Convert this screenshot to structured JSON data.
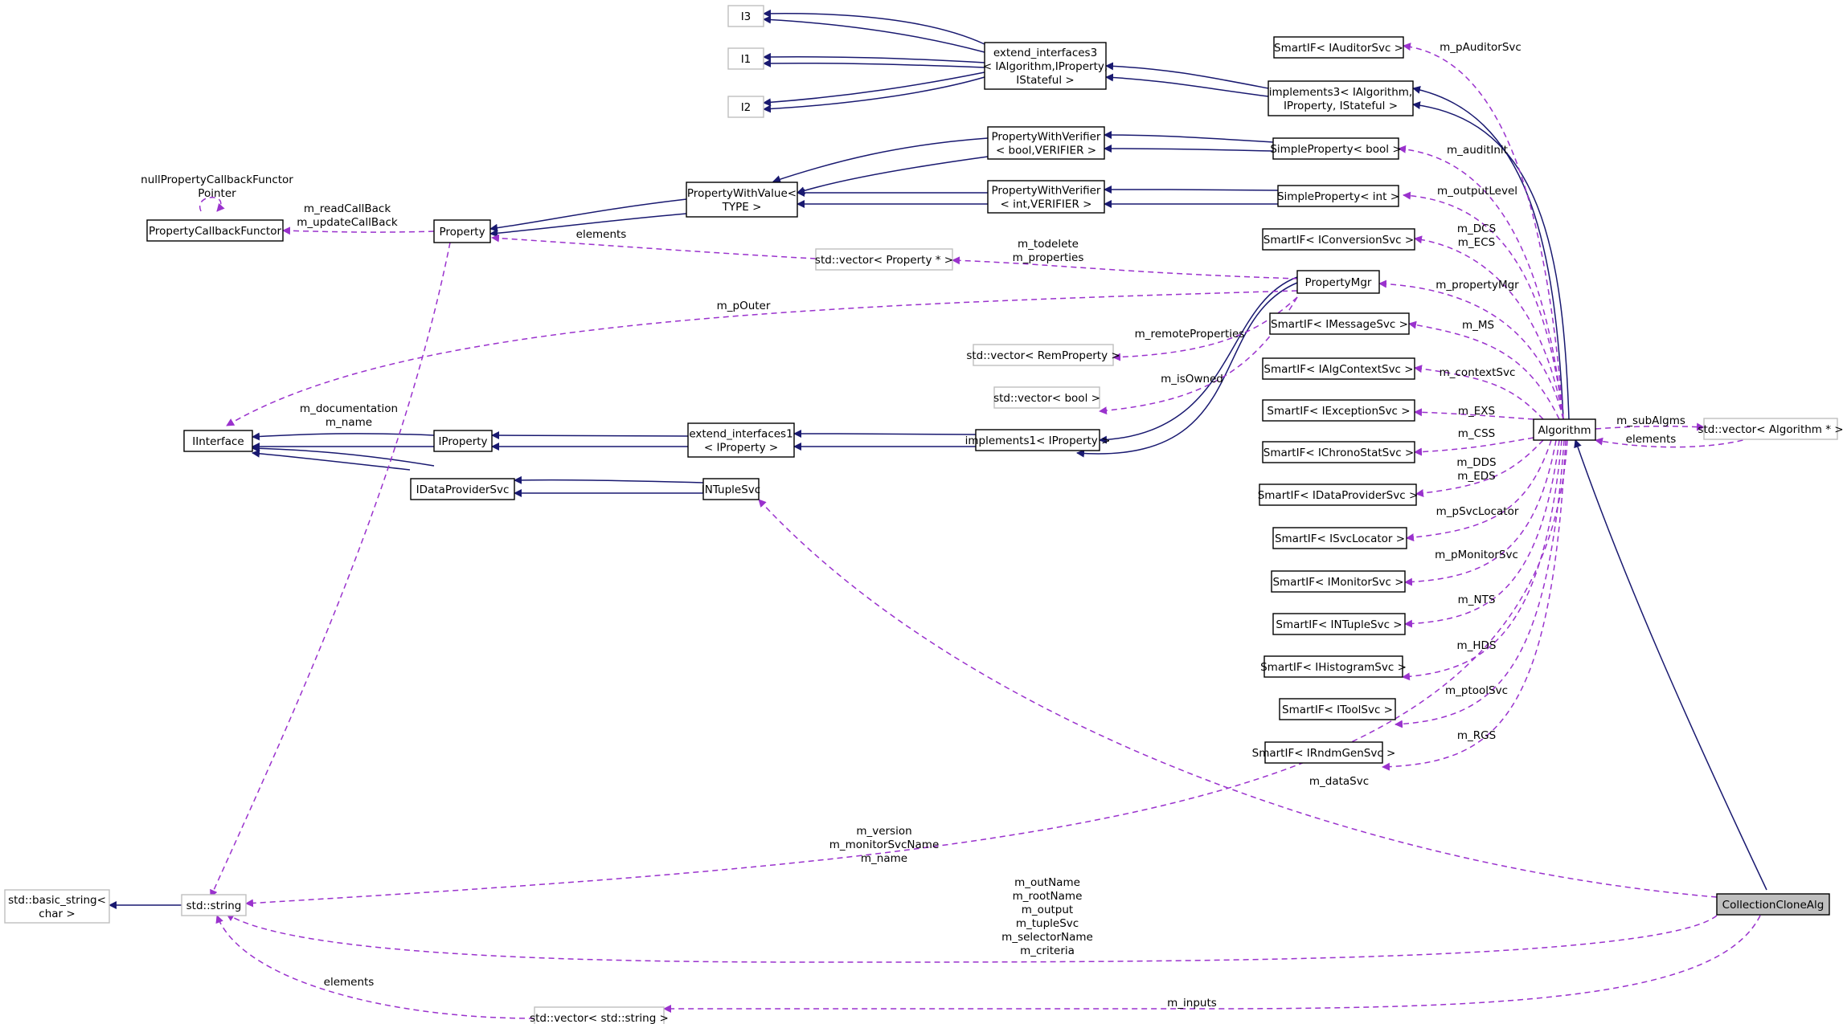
{
  "diagram": {
    "colors": {
      "inheritance": "#191970",
      "usage": "#9a32cd",
      "focus_fill": "#bfbfbf",
      "grey_border": "#bfbfbf"
    },
    "nodes": [
      {
        "id": "I3",
        "lines": [
          "I3"
        ],
        "style": "grey"
      },
      {
        "id": "I1",
        "lines": [
          "I1"
        ],
        "style": "grey"
      },
      {
        "id": "I2",
        "lines": [
          "I2"
        ],
        "style": "grey"
      },
      {
        "id": "extend_interfaces3",
        "lines": [
          "extend_interfaces3",
          "< IAlgorithm,IProperty,",
          "IStateful >"
        ],
        "style": "solid"
      },
      {
        "id": "implements3",
        "lines": [
          "implements3< IAlgorithm,",
          "IProperty, IStateful >"
        ],
        "style": "solid"
      },
      {
        "id": "SmartIF_IAuditorSvc",
        "lines": [
          "SmartIF< IAuditorSvc >"
        ],
        "style": "solid"
      },
      {
        "id": "PropertyWithVerifier_bool",
        "lines": [
          "PropertyWithVerifier",
          "< bool,VERIFIER >"
        ],
        "style": "solid"
      },
      {
        "id": "SimpleProperty_bool",
        "lines": [
          "SimpleProperty< bool >"
        ],
        "style": "solid"
      },
      {
        "id": "PropertyWithVerifier_int",
        "lines": [
          "PropertyWithVerifier",
          "< int,VERIFIER >"
        ],
        "style": "solid"
      },
      {
        "id": "SimpleProperty_int",
        "lines": [
          "SimpleProperty< int >"
        ],
        "style": "solid"
      },
      {
        "id": "PropertyWithValue",
        "lines": [
          "PropertyWithValue<",
          "TYPE >"
        ],
        "style": "solid"
      },
      {
        "id": "PropertyCallbackFunctor",
        "lines": [
          "PropertyCallbackFunctor"
        ],
        "style": "solid"
      },
      {
        "id": "Property",
        "lines": [
          "Property"
        ],
        "style": "solid"
      },
      {
        "id": "vector_PropertyPtr",
        "lines": [
          "std::vector< Property * >"
        ],
        "style": "grey"
      },
      {
        "id": "SmartIF_IConversionSvc",
        "lines": [
          "SmartIF< IConversionSvc >"
        ],
        "style": "solid"
      },
      {
        "id": "PropertyMgr",
        "lines": [
          "PropertyMgr"
        ],
        "style": "solid"
      },
      {
        "id": "SmartIF_IMessageSvc",
        "lines": [
          "SmartIF< IMessageSvc >"
        ],
        "style": "solid"
      },
      {
        "id": "vector_RemProperty",
        "lines": [
          "std::vector< RemProperty >"
        ],
        "style": "grey"
      },
      {
        "id": "SmartIF_IAlgContextSvc",
        "lines": [
          "SmartIF< IAlgContextSvc >"
        ],
        "style": "solid"
      },
      {
        "id": "vector_bool",
        "lines": [
          "std::vector< bool >"
        ],
        "style": "grey"
      },
      {
        "id": "SmartIF_IExceptionSvc",
        "lines": [
          "SmartIF< IExceptionSvc >"
        ],
        "style": "solid"
      },
      {
        "id": "IInterface",
        "lines": [
          "IInterface"
        ],
        "style": "solid"
      },
      {
        "id": "IProperty",
        "lines": [
          "IProperty"
        ],
        "style": "solid"
      },
      {
        "id": "extend_interfaces1",
        "lines": [
          "extend_interfaces1",
          "< IProperty >"
        ],
        "style": "solid"
      },
      {
        "id": "implements1",
        "lines": [
          "implements1< IProperty >"
        ],
        "style": "solid"
      },
      {
        "id": "Algorithm",
        "lines": [
          "Algorithm"
        ],
        "style": "solid"
      },
      {
        "id": "vector_AlgorithmPtr",
        "lines": [
          "std::vector< Algorithm * >"
        ],
        "style": "grey"
      },
      {
        "id": "SmartIF_IChronoStatSvc",
        "lines": [
          "SmartIF< IChronoStatSvc >"
        ],
        "style": "solid"
      },
      {
        "id": "IDataProviderSvc",
        "lines": [
          "IDataProviderSvc"
        ],
        "style": "solid"
      },
      {
        "id": "INTupleSvc",
        "lines": [
          "INTupleSvc"
        ],
        "style": "solid"
      },
      {
        "id": "SmartIF_IDataProviderSvc",
        "lines": [
          "SmartIF< IDataProviderSvc >"
        ],
        "style": "solid"
      },
      {
        "id": "SmartIF_ISvcLocator",
        "lines": [
          "SmartIF< ISvcLocator >"
        ],
        "style": "solid"
      },
      {
        "id": "SmartIF_IMonitorSvc",
        "lines": [
          "SmartIF< IMonitorSvc >"
        ],
        "style": "solid"
      },
      {
        "id": "SmartIF_INTupleSvc",
        "lines": [
          "SmartIF< INTupleSvc >"
        ],
        "style": "solid"
      },
      {
        "id": "SmartIF_IHistogramSvc",
        "lines": [
          "SmartIF< IHistogramSvc >"
        ],
        "style": "solid"
      },
      {
        "id": "SmartIF_IToolSvc",
        "lines": [
          "SmartIF< IToolSvc >"
        ],
        "style": "solid"
      },
      {
        "id": "SmartIF_IRndmGenSvc",
        "lines": [
          "SmartIF< IRndmGenSvc >"
        ],
        "style": "solid"
      },
      {
        "id": "basic_string",
        "lines": [
          "std::basic_string<",
          "char >"
        ],
        "style": "grey"
      },
      {
        "id": "std_string",
        "lines": [
          "std::string"
        ],
        "style": "grey"
      },
      {
        "id": "CollectionCloneAlg",
        "lines": [
          "CollectionCloneAlg"
        ],
        "style": "focus"
      },
      {
        "id": "vector_string",
        "lines": [
          "std::vector< std::string >"
        ],
        "style": "grey"
      }
    ],
    "edge_labels": [
      {
        "id": "nullPropertyCallbackFunctorPointer",
        "lines": [
          "nullPropertyCallbackFunctor",
          "Pointer"
        ]
      },
      {
        "id": "m_readCallBack",
        "lines": [
          "m_readCallBack",
          "m_updateCallBack"
        ]
      },
      {
        "id": "elements_property",
        "lines": [
          "elements"
        ]
      },
      {
        "id": "m_todelete",
        "lines": [
          "m_todelete",
          "m_properties"
        ]
      },
      {
        "id": "m_pOuter",
        "lines": [
          "m_pOuter"
        ]
      },
      {
        "id": "m_remoteProperties",
        "lines": [
          "m_remoteProperties"
        ]
      },
      {
        "id": "m_isOwned",
        "lines": [
          "m_isOwned"
        ]
      },
      {
        "id": "m_documentation",
        "lines": [
          "m_documentation",
          "m_name"
        ]
      },
      {
        "id": "m_pAuditorSvc",
        "lines": [
          "m_pAuditorSvc"
        ]
      },
      {
        "id": "m_auditInit",
        "lines": [
          "m_auditInit"
        ]
      },
      {
        "id": "m_outputLevel",
        "lines": [
          "m_outputLevel"
        ]
      },
      {
        "id": "m_DCS",
        "lines": [
          "m_DCS",
          "m_ECS"
        ]
      },
      {
        "id": "m_propertyMgr",
        "lines": [
          "m_propertyMgr"
        ]
      },
      {
        "id": "m_MS",
        "lines": [
          "m_MS"
        ]
      },
      {
        "id": "m_contextSvc",
        "lines": [
          "m_contextSvc"
        ]
      },
      {
        "id": "m_EXS",
        "lines": [
          "m_EXS"
        ]
      },
      {
        "id": "m_CSS",
        "lines": [
          "m_CSS"
        ]
      },
      {
        "id": "m_DDS",
        "lines": [
          "m_DDS",
          "m_EDS"
        ]
      },
      {
        "id": "m_pSvcLocator",
        "lines": [
          "m_pSvcLocator"
        ]
      },
      {
        "id": "m_pMonitorSvc",
        "lines": [
          "m_pMonitorSvc"
        ]
      },
      {
        "id": "m_NTS",
        "lines": [
          "m_NTS"
        ]
      },
      {
        "id": "m_HDS",
        "lines": [
          "m_HDS"
        ]
      },
      {
        "id": "m_ptoolSvc",
        "lines": [
          "m_ptoolSvc"
        ]
      },
      {
        "id": "m_RGS",
        "lines": [
          "m_RGS"
        ]
      },
      {
        "id": "m_subAlgms",
        "lines": [
          "m_subAlgms"
        ]
      },
      {
        "id": "elements_algorithm",
        "lines": [
          "elements"
        ]
      },
      {
        "id": "m_dataSvc",
        "lines": [
          "m_dataSvc"
        ]
      },
      {
        "id": "m_version",
        "lines": [
          "m_version",
          "m_monitorSvcName",
          "m_name"
        ]
      },
      {
        "id": "m_outName",
        "lines": [
          "m_outName",
          "m_rootName",
          "m_output",
          "m_tupleSvc",
          "m_selectorName",
          "m_criteria"
        ]
      },
      {
        "id": "elements_string",
        "lines": [
          "elements"
        ]
      },
      {
        "id": "m_inputs",
        "lines": [
          "m_inputs"
        ]
      }
    ]
  }
}
